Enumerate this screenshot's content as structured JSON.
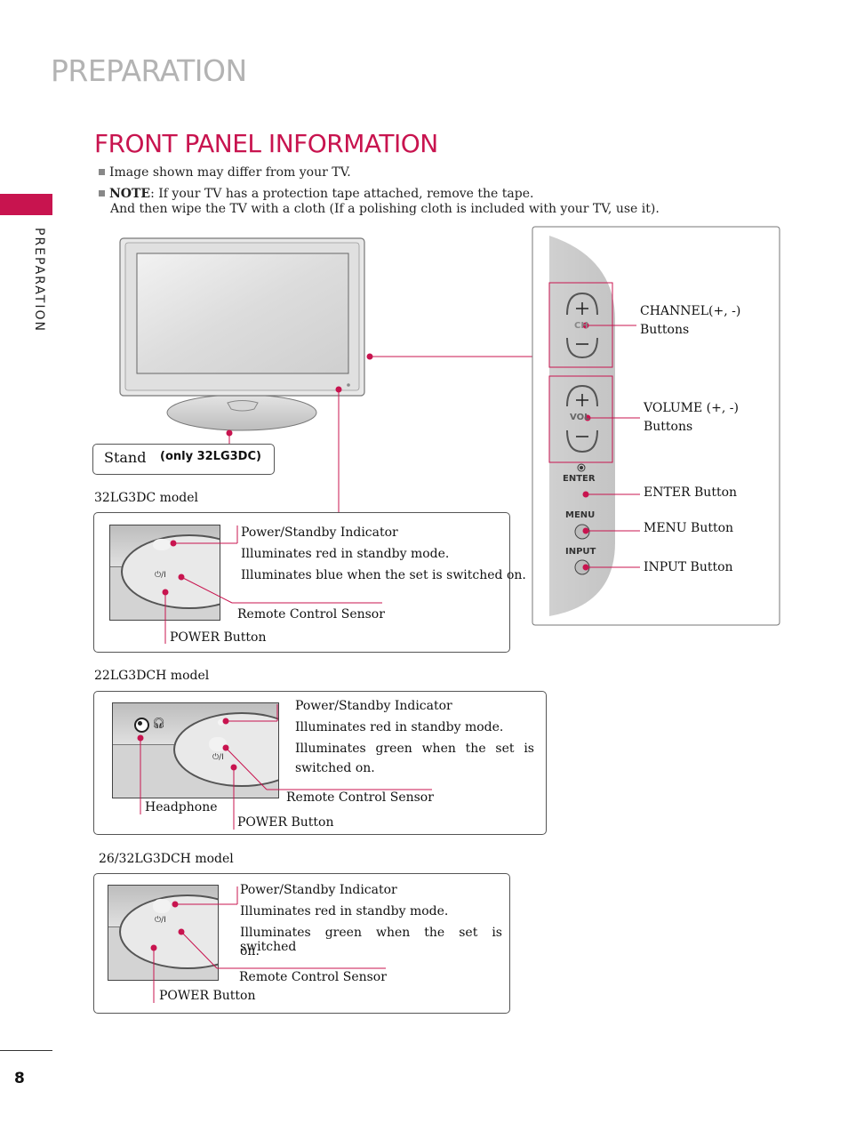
{
  "page": {
    "header_title": "PREPARATION",
    "side_label": "PREPARATION",
    "page_number": "8",
    "accent_color": "#c8144f"
  },
  "section": {
    "title": "FRONT PANEL INFORMATION",
    "note1": "Image shown may differ from your TV.",
    "note2_bold": "NOTE",
    "note2_text": ": If your TV has a protection tape attached, remove the tape.",
    "note2_line2": "And then wipe the TV with a cloth (If a polishing cloth is included with your TV, use it)."
  },
  "tv": {
    "stand_label": "Stand",
    "stand_note": "(only 32LG3DC)"
  },
  "side_panel": {
    "ch_label": "CH",
    "vol_label": "VOL",
    "enter_label": "ENTER",
    "menu_label": "MENU",
    "input_label": "INPUT",
    "channel_callout_line1": "CHANNEL(+, -)",
    "channel_callout_line2": "Buttons",
    "volume_callout_line1": "VOLUME (+, -)",
    "volume_callout_line2": "Buttons",
    "enter_callout": "ENTER Button",
    "menu_callout": "MENU Button",
    "input_callout": "INPUT Button"
  },
  "model1": {
    "name": "32LG3DC model",
    "indicator_title": "Power/Standby Indicator",
    "indicator_line1": "Illuminates red in standby mode.",
    "indicator_line2": "Illuminates blue when the set is switched on.",
    "sensor": "Remote Control Sensor",
    "power": "POWER Button"
  },
  "model2": {
    "name": "22LG3DCH model",
    "indicator_title": "Power/Standby Indicator",
    "indicator_line1": "Illuminates red in standby mode.",
    "indicator_line2a": "Illuminates green when the set is",
    "indicator_line2b": "switched on.",
    "sensor": "Remote Control Sensor",
    "headphone": "Headphone",
    "power": "POWER Button"
  },
  "model3": {
    "name": "26/32LG3DCH model",
    "indicator_title": "Power/Standby Indicator",
    "indicator_line1": "Illuminates red in standby mode.",
    "indicator_line2a": "Illuminates green when the set is switched",
    "indicator_line2b": "on.",
    "sensor": "Remote Control Sensor",
    "power": "POWER Button"
  }
}
